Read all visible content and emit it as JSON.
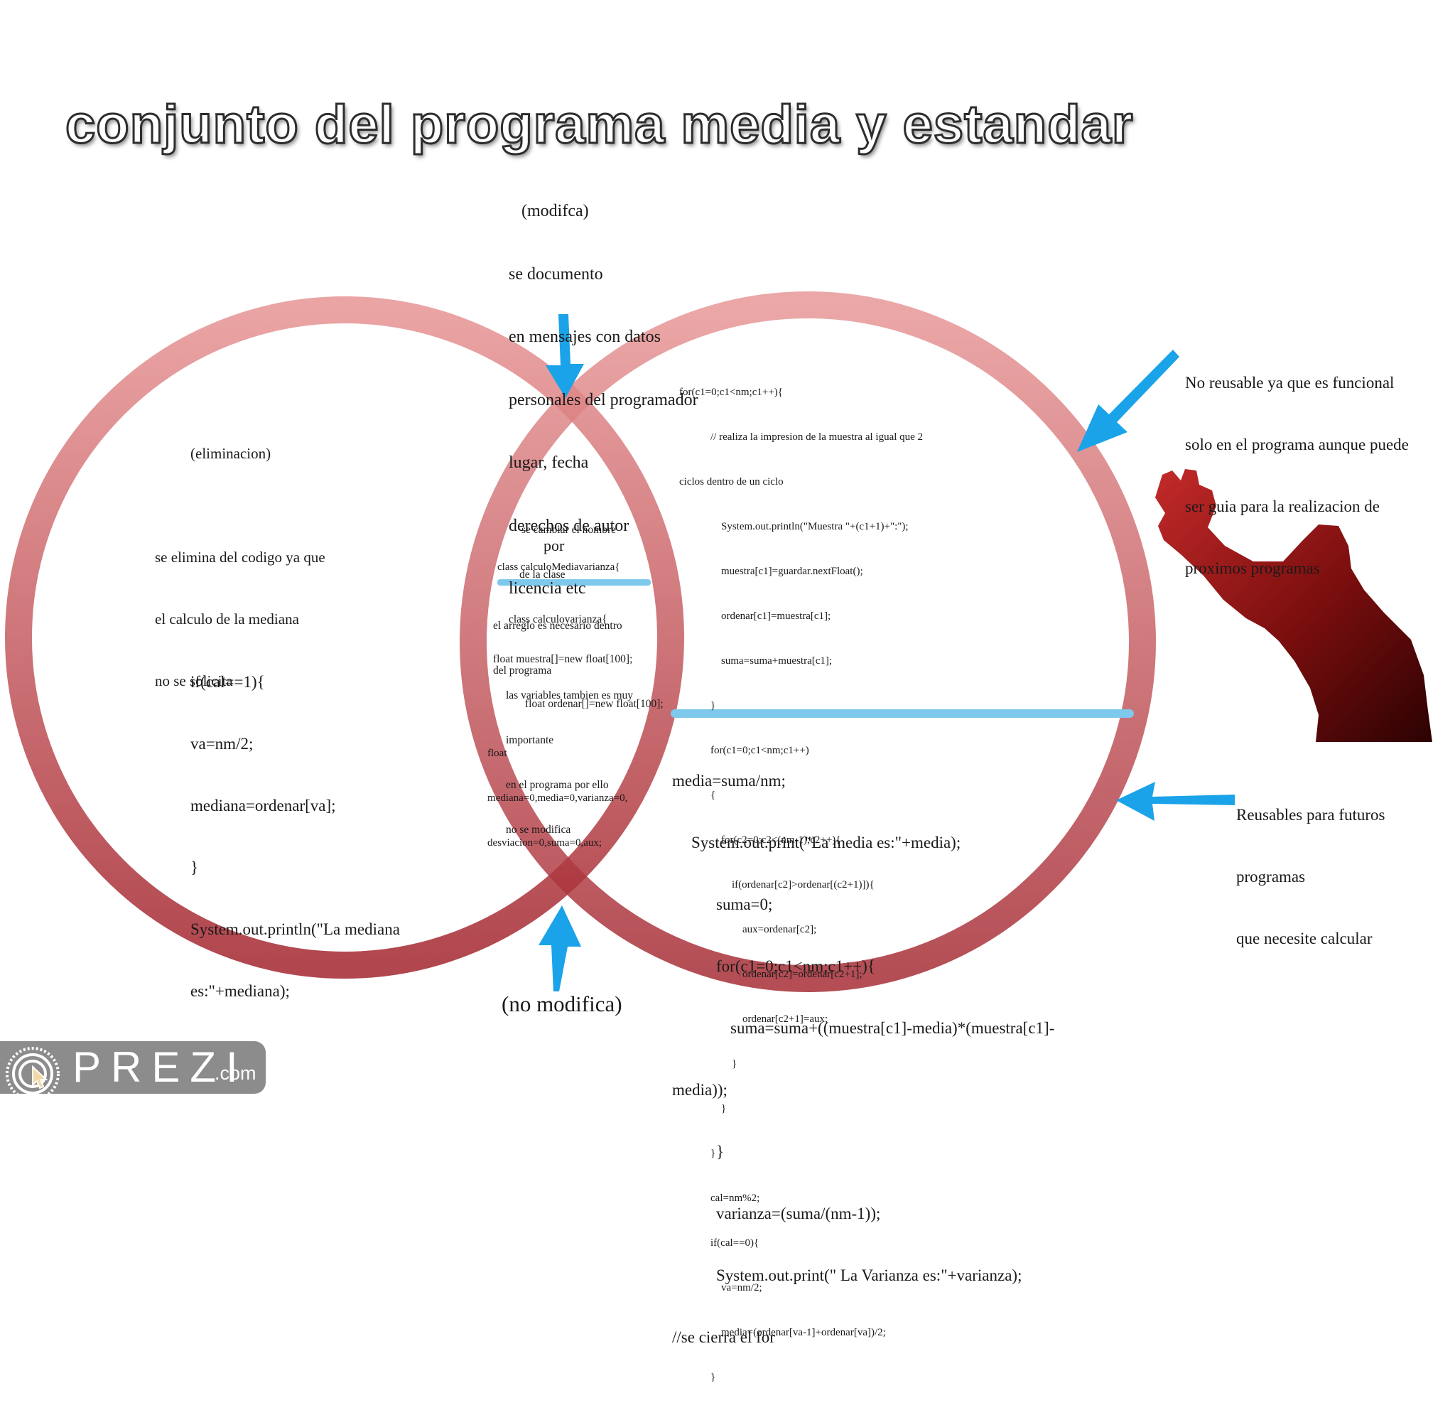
{
  "title": "conjunto del programa media y estandar",
  "colors": {
    "ring_top": "#e79494",
    "ring_bottom": "#a3262f",
    "arrow": "#1aa3e8",
    "divider": "#7ec8ec",
    "silhouette_top": "#c32a2a",
    "silhouette_bottom": "#3c0404",
    "brand_bg": "#8c8c8c"
  },
  "icons": [
    "arrow-down-icon",
    "arrow-up-icon",
    "arrow-left-icon",
    "arrow-down-left-icon",
    "person-silhouette-icon",
    "prezi-logo-icon"
  ],
  "top_note": {
    "lines": [
      "(modifca)",
      "se documento",
      "en mensajes con datos",
      "personales del programador",
      "lugar, fecha",
      "derechos de autor",
      "licencia etc"
    ]
  },
  "left": {
    "heading": "(eliminacion)",
    "note": [
      "se elimina del codigo ya que",
      "el calculo de la mediana",
      "no se solicita"
    ],
    "code": [
      "if(cal==1){",
      "va=nm/2;",
      "mediana=ordenar[va];",
      "}",
      "System.out.println(\"La mediana",
      "es:\"+mediana);"
    ]
  },
  "middle": {
    "rename": [
      "se cambiar el nombre",
      "de la clase",
      "class calculovarianza{"
    ],
    "por": "por",
    "new_class": "class calculoMediavarianza{",
    "arreglo": [
      "el arreglo es necesario dentro",
      "del programa"
    ],
    "float_lines": [
      "float muestra[]=new float[100];",
      "float ordenar[]=new float[100];"
    ],
    "variables": [
      "las variables tambien es muy",
      "importante",
      "en el programa por ello",
      "no se modifica"
    ],
    "decl": [
      "float",
      "mediana=0,media=0,varianza=0,",
      "desviacion=0,suma=0,aux;"
    ]
  },
  "bottom_note": "(no modifica)",
  "right_code_top": [
    "for(c1=0;c1<nm;c1++){",
    "// realiza la impresion de la muestra al igual que 2",
    "ciclos dentro de un ciclo",
    "System.out.println(\"Muestra \"+(c1+1)+\":\");",
    "muestra[c1]=guardar.nextFloat();",
    "ordenar[c1]=muestra[c1];",
    "suma=suma+muestra[c1];",
    "}",
    "for(c1=0;c1<nm;c1++)",
    "{",
    "for(c2=0;c2<(nm-1);c2++){",
    "if(ordenar[c2]>ordenar[(c2+1)]){",
    "aux=ordenar[c2];",
    "ordenar[c2]=ordenar[c2+1];",
    "ordenar[c2+1]=aux;",
    "}",
    "}",
    "}",
    "cal=nm%2;",
    "if(cal==0){",
    "va=nm/2;",
    "media=(ordenar[va-1]+ordenar[va])/2;",
    "}"
  ],
  "right_code_bottom": [
    "media=suma/nm;",
    "System.out.print(\"La media es:\"+media);",
    "suma=0;",
    "for(c1=0;c1<nm;c1++){",
    "suma=suma+((muestra[c1]-media)*(muestra[c1]-",
    "media));",
    "}",
    "varianza=(suma/(nm-1));",
    "System.out.print(\" La Varianza es:\"+varianza);",
    "//se cierra el for"
  ],
  "note_reusable_no": [
    "No reusable ya que es funcional",
    "solo en el programa aunque puede",
    "ser guia para la realizacion de",
    "proximos programas"
  ],
  "note_reusable_yes": [
    "Reusables para futuros",
    "programas",
    "que necesite calcular"
  ],
  "brand": {
    "text": "PREZI",
    "suffix": ".com"
  }
}
